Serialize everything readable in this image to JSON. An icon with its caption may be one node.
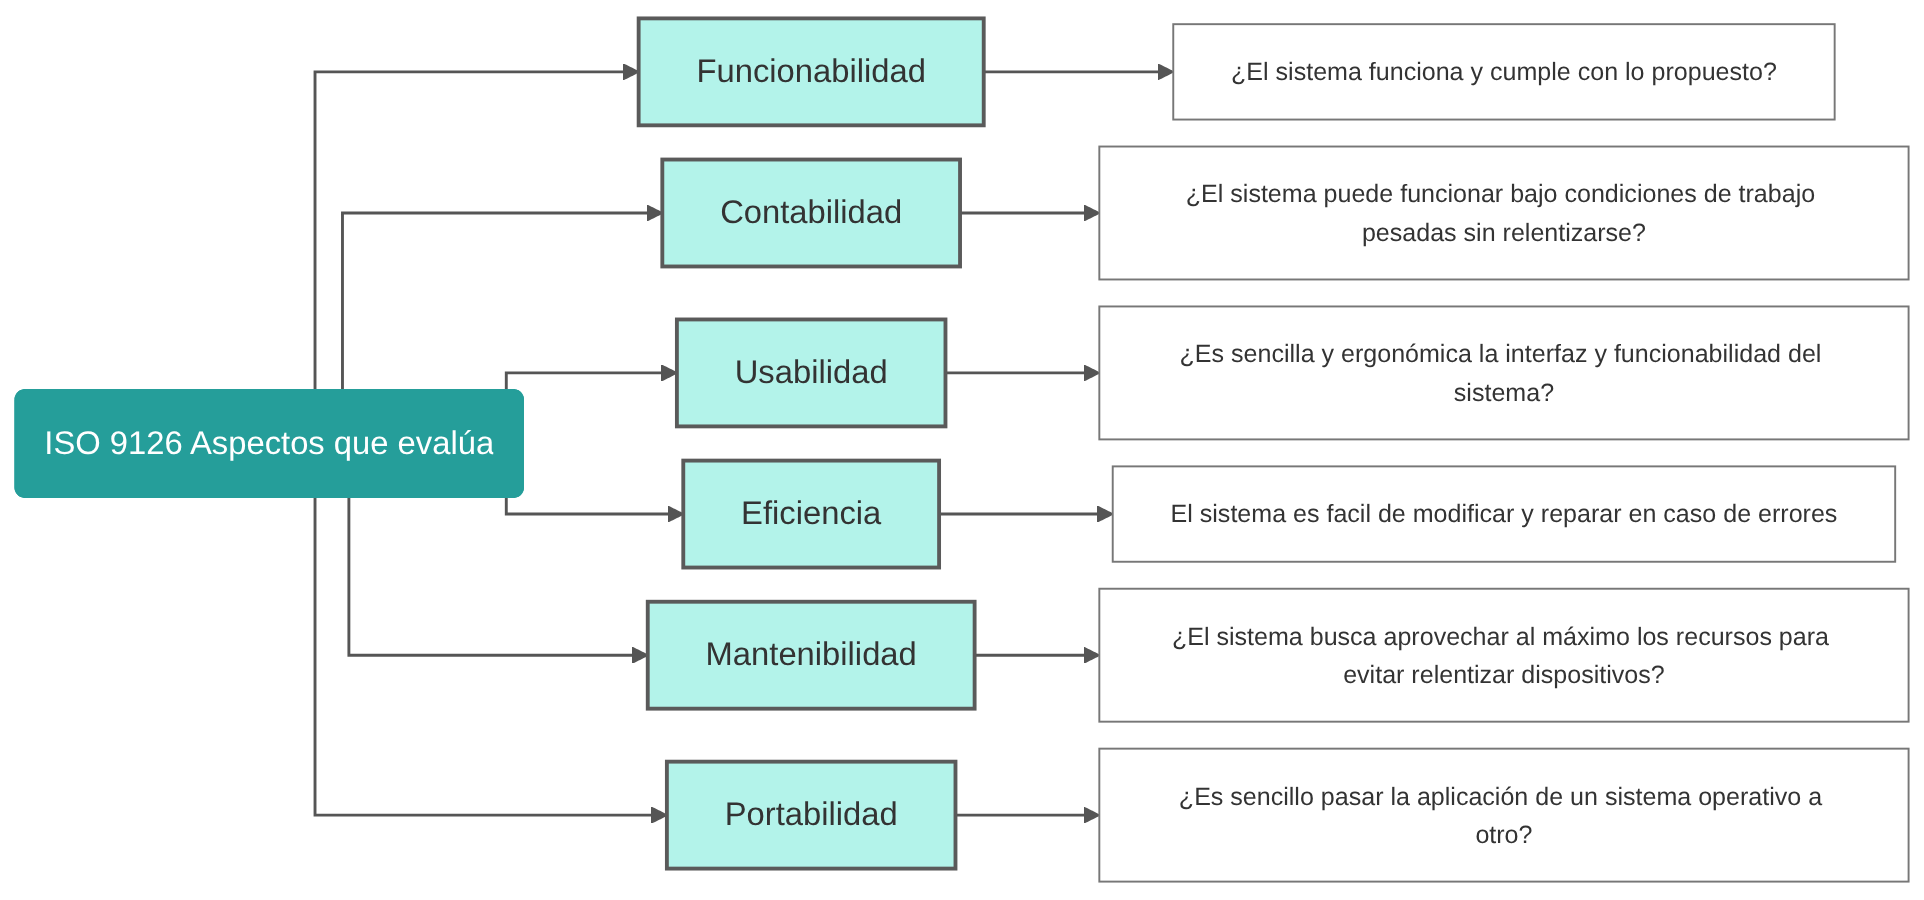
{
  "diagram": {
    "nodes": [
      {
        "text": [
          "ISO 9126 Aspectos que evalúa"
        ]
      },
      {
        "text": [
          "Funcionabilidad"
        ]
      },
      {
        "text": [
          "Contabilidad"
        ]
      },
      {
        "text": [
          "Usabilidad"
        ]
      },
      {
        "text": [
          "Eficiencia"
        ]
      },
      {
        "text": [
          "Mantenibilidad"
        ]
      },
      {
        "text": [
          "Portabilidad"
        ]
      },
      {
        "text": [
          "¿El sistema funciona y cumple con lo propuesto?"
        ]
      },
      {
        "text": [
          "¿El sistema puede funcionar bajo condiciones de trabajo pesadas sin relentizarse?"
        ]
      },
      {
        "text": [
          "¿Es sencilla y ergonómica la interfaz y funcionabilidad del sistema?"
        ]
      },
      {
        "text": [
          "El sistema es facil de modificar y reparar en caso de errores"
        ]
      },
      {
        "text": [
          "¿El sistema busca aprovechar al máximo los recursos para evitar relentizar dispositivos?"
        ]
      },
      {
        "text": [
          "¿Es sencillo pasar la aplicación de un sistema operativo a otro?"
        ]
      }
    ],
    "edges": [
      {
        "from": 0,
        "to": 1,
        "arrow": "to"
      },
      {
        "from": 0,
        "to": 2,
        "arrow": "to"
      },
      {
        "from": 0,
        "to": 3,
        "arrow": "to"
      },
      {
        "from": 0,
        "to": 4,
        "arrow": "to"
      },
      {
        "from": 0,
        "to": 5,
        "arrow": "to"
      },
      {
        "from": 0,
        "to": 6,
        "arrow": "to"
      },
      {
        "from": 1,
        "to": 7,
        "arrow": "to"
      },
      {
        "from": 2,
        "to": 8,
        "arrow": "to"
      },
      {
        "from": 3,
        "to": 9,
        "arrow": "to"
      },
      {
        "from": 4,
        "to": 10,
        "arrow": "to"
      },
      {
        "from": 5,
        "to": 11,
        "arrow": "to"
      },
      {
        "from": 6,
        "to": 12,
        "arrow": "to"
      }
    ]
  }
}
